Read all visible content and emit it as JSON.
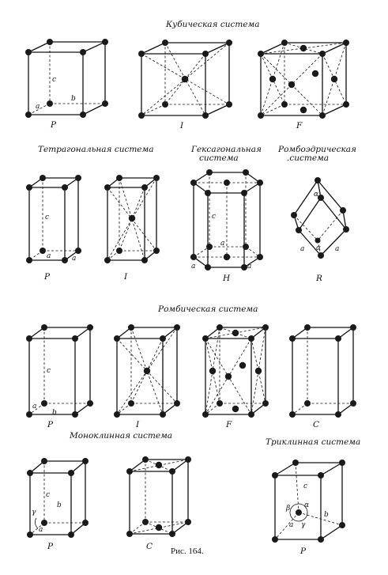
{
  "figure_caption": "Рис. 164.",
  "groups": {
    "cubic": "Кубическая система",
    "tetragonal": "Тетрагональная система",
    "hexagonal_line1": "Гексагональная",
    "hexagonal_line2": "система",
    "rhombohedral_line1": "Ромбоэдрическая",
    "rhombohedral_line2": ".система",
    "orthorhombic": "Ромбическая система",
    "monoclinic": "Моноклинная система",
    "triclinic": "Триклинная система"
  },
  "lattices": {
    "cubic_p": "P",
    "cubic_i": "I",
    "cubic_f": "F",
    "tetra_p": "P",
    "tetra_i": "I",
    "hex_h": "H",
    "rhombo_r": "R",
    "ortho_p": "P",
    "ortho_i": "I",
    "ortho_f": "F",
    "ortho_c": "C",
    "mono_p": "P",
    "mono_c": "C",
    "tri_p": "P"
  },
  "axes": {
    "a": "a",
    "b": "b",
    "c": "c",
    "alpha": "α",
    "beta": "β",
    "gamma": "γ"
  }
}
